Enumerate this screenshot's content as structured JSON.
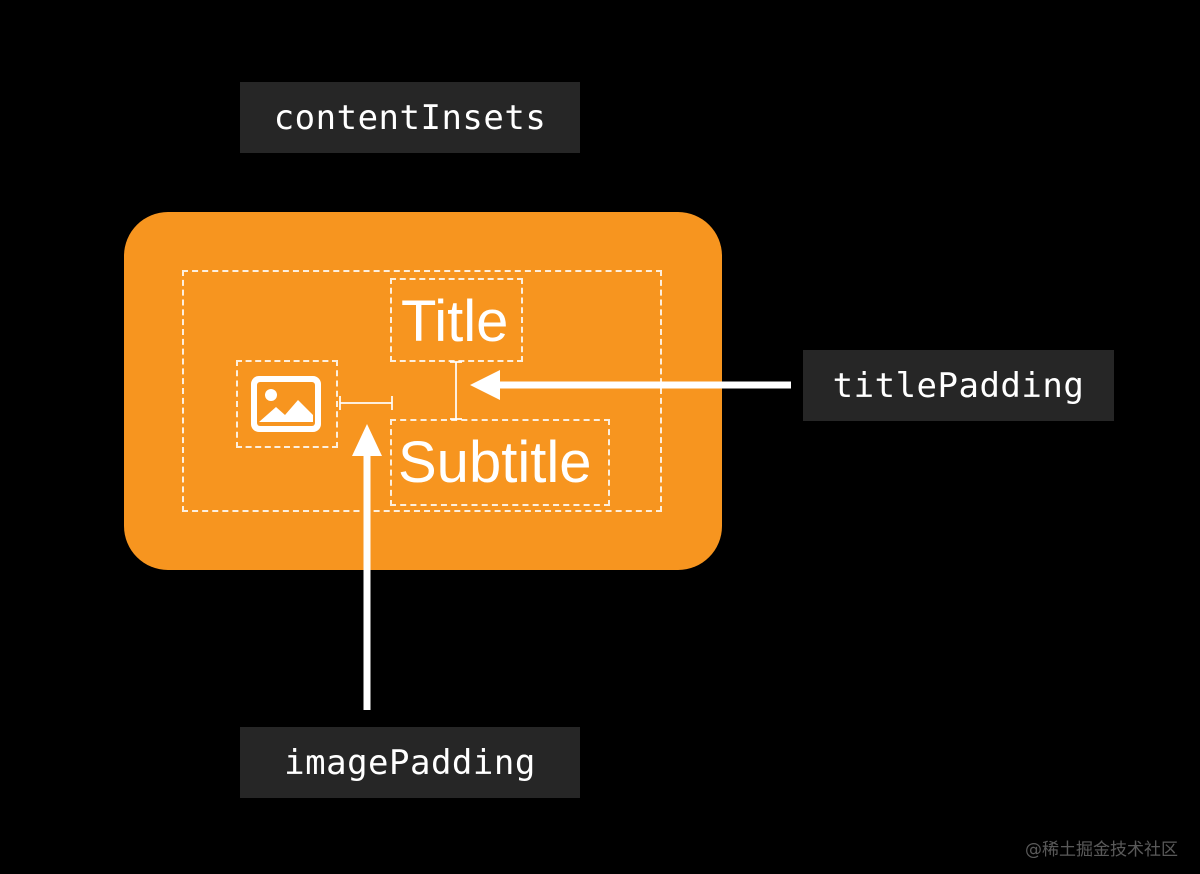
{
  "labels": {
    "content_insets": "contentInsets",
    "title_padding": "titlePadding",
    "image_padding": "imagePadding"
  },
  "button": {
    "title": "Title",
    "subtitle": "Subtitle",
    "image_icon": "photo-icon"
  },
  "watermark": "@稀土掘金技术社区",
  "colors": {
    "background": "#000000",
    "button_fill": "#f7951f",
    "label_box": "#262626",
    "foreground": "#ffffff"
  }
}
